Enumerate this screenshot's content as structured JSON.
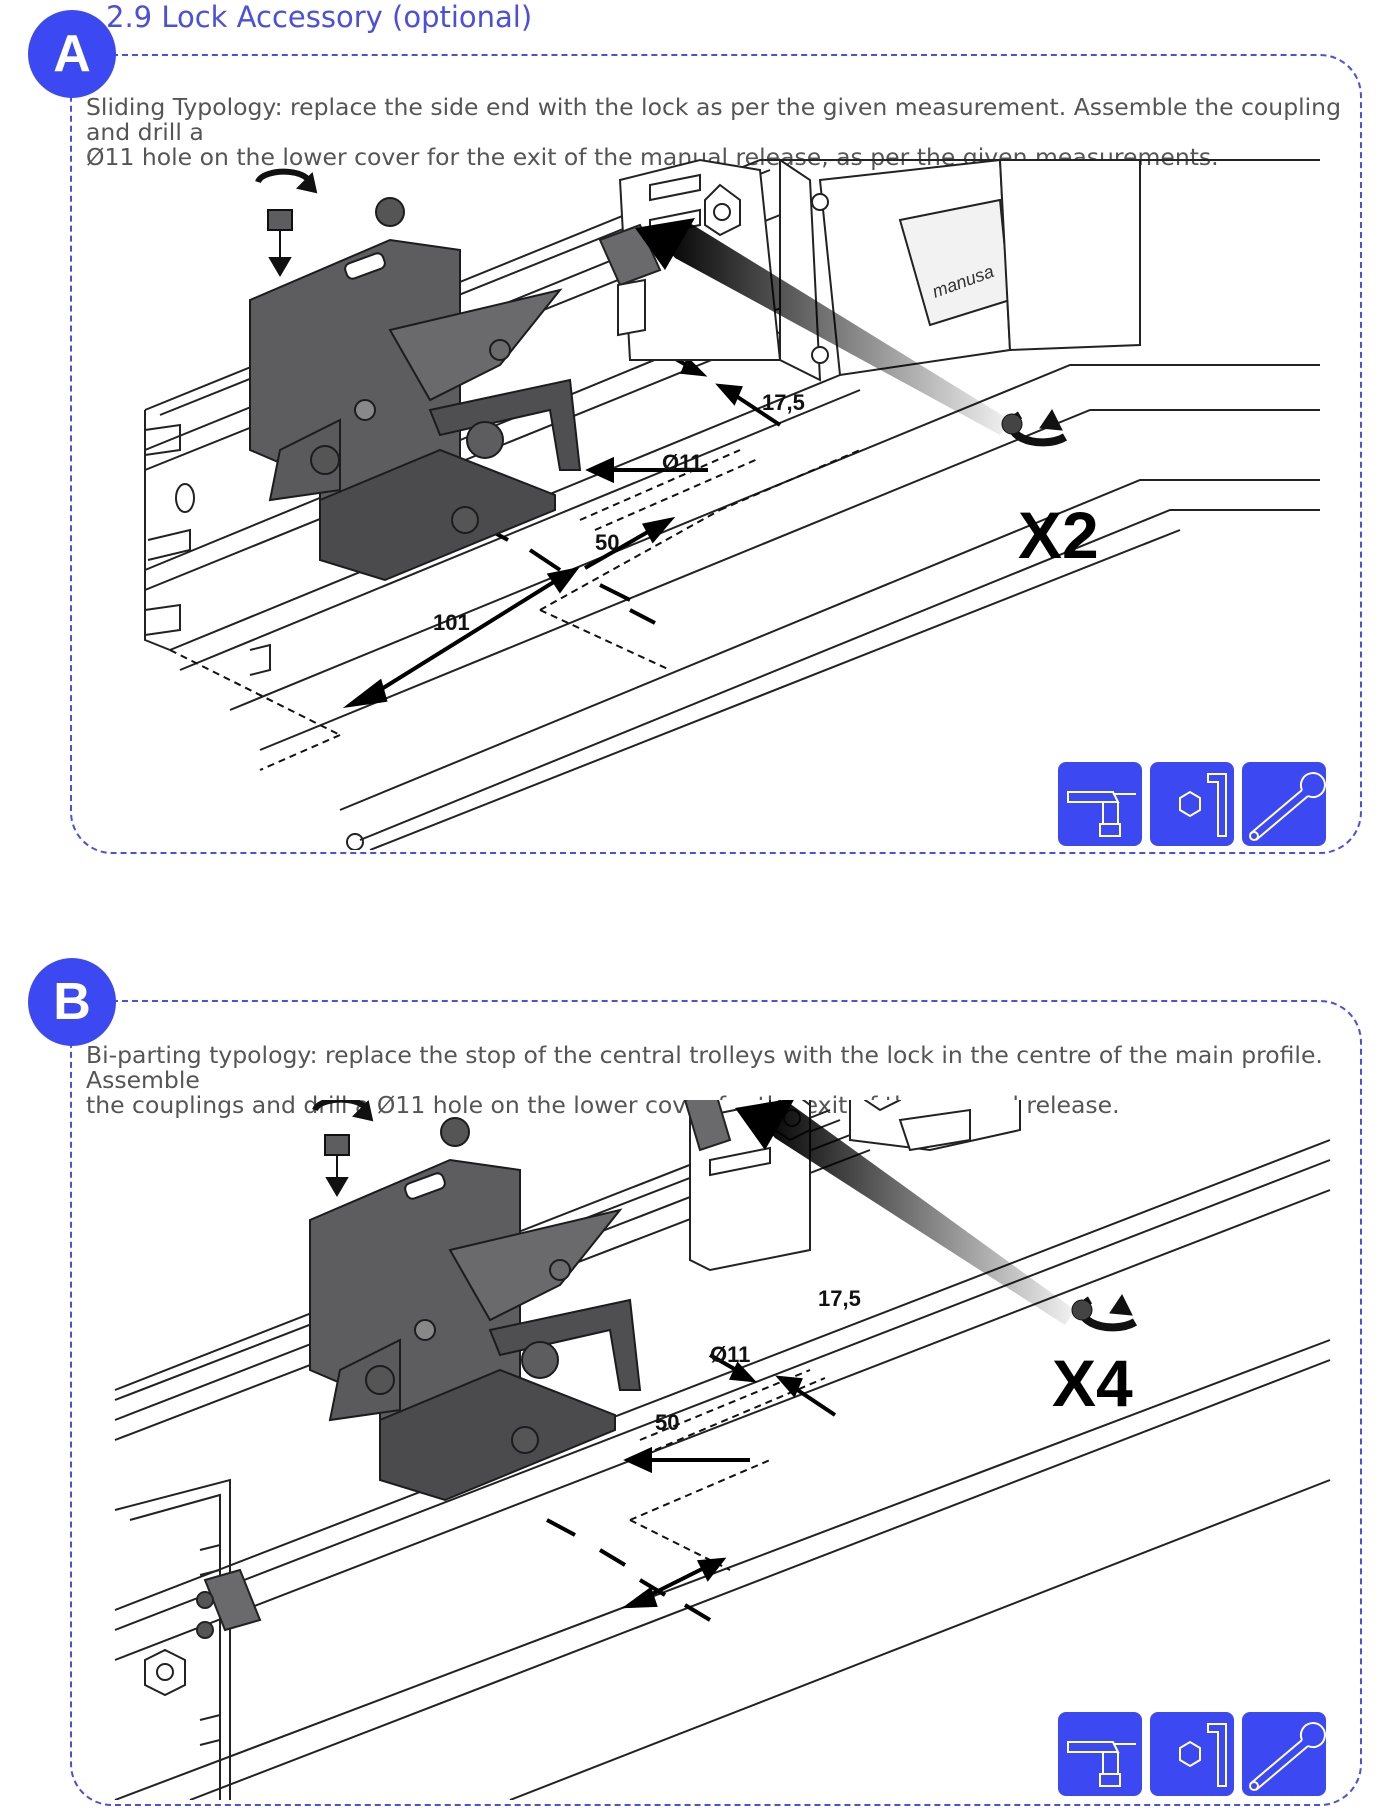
{
  "section": {
    "title": "2.9 Lock Accessory (optional)"
  },
  "panels": [
    {
      "badge": "A",
      "instruction_line1": "Sliding Typology: replace the side end with the lock as per the given measurement. Assemble the coupling and drill a",
      "instruction_line2": "Ø11 hole on the lower cover for the exit of the manual release, as per the given measurements.",
      "dimensions": {
        "d1": "17,5",
        "d2": "Ø11",
        "d3": "50",
        "d4": "101"
      },
      "multiplier": "X2",
      "tools": [
        "drill-icon",
        "hex-key-icon",
        "wrench-icon"
      ]
    },
    {
      "badge": "B",
      "instruction_line1": "Bi-parting typology: replace the stop of the central trolleys with the lock in the centre of the main profile. Assemble",
      "instruction_line2": "the couplings and drill a Ø11 hole on the lower cover for the exit of the manual release.",
      "dimensions": {
        "d1": "17,5",
        "d2": "Ø11",
        "d3": "50"
      },
      "multiplier": "X4",
      "tools": [
        "drill-icon",
        "hex-key-icon",
        "wrench-icon"
      ]
    }
  ],
  "illustration": {
    "brand_mark": "manusa"
  },
  "colors": {
    "accent": "#3c48f2",
    "lock_grey": "#5d5d60",
    "line": "#222222"
  }
}
